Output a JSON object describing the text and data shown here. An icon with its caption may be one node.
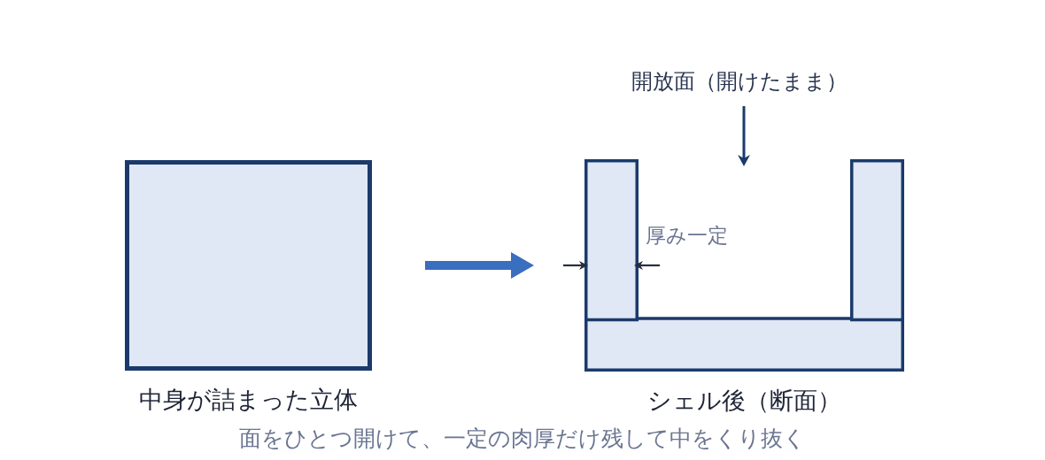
{
  "diagram": {
    "caption": "面をひとつ開けて、一定の肉厚だけ残して中をくり抜く",
    "nodes": [
      {
        "text": [],
        "shape": "box",
        "beside": [
          "中身が詰まった立体"
        ]
      },
      {
        "text": [],
        "shape": "u-shape",
        "beside": [
          "シェル後（断面）"
        ]
      },
      {
        "text": [
          "開放面（開けたまま）"
        ]
      }
    ],
    "edges": [
      {
        "from": 0,
        "to": 1,
        "arrow": "to",
        "style": "thick",
        "color": "#3a6ebe"
      },
      {
        "from": 2,
        "to": 1,
        "arrow": "to"
      }
    ],
    "labels": [
      "厚み一定"
    ]
  }
}
